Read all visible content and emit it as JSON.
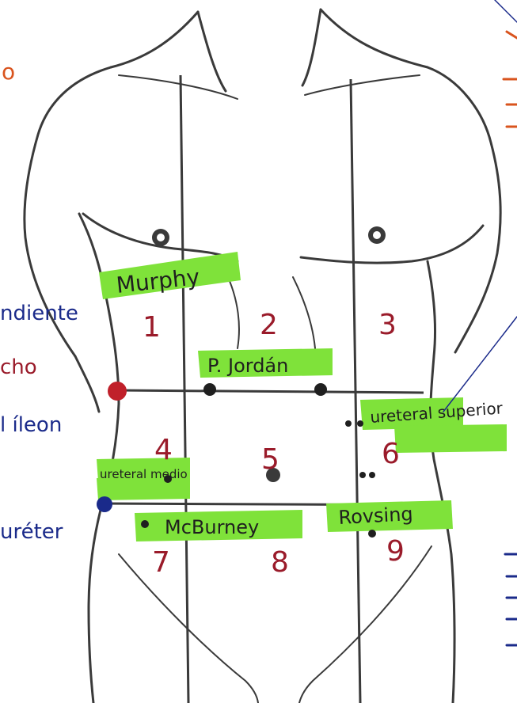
{
  "regions": [
    "1",
    "2",
    "3",
    "4",
    "5",
    "6",
    "7",
    "8",
    "9"
  ],
  "signs": {
    "murphy": "Murphy",
    "jordan": "P. Jordán",
    "ureteral_superior": "ureteral superior",
    "ureteral_medio": "ureteral medio",
    "mcburney": "McBurney",
    "rovsing": "Rovsing"
  },
  "margin_notes": {
    "top_left": "o",
    "left_1": "ndiente",
    "left_2": "cho",
    "left_3": "l íleon",
    "left_4": "uréter"
  },
  "colors": {
    "highlight": "#7fe23a",
    "region_numbers": "#9a1b2a",
    "ink_blue": "#1a2a8a",
    "ink_red": "#c0202a",
    "ink_orange": "#d9541e",
    "pencil": "#3a3a3a"
  }
}
